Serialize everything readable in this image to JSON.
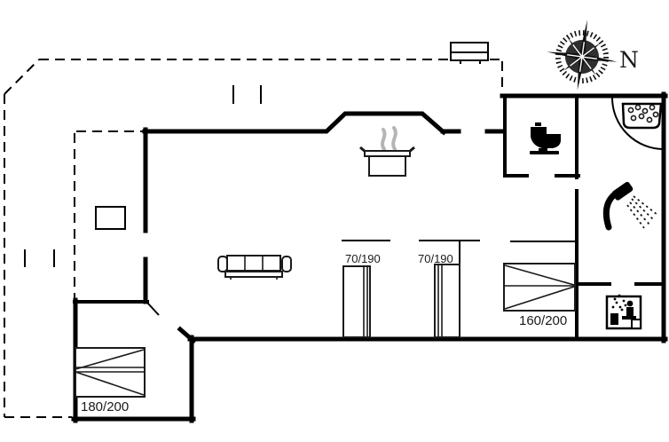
{
  "plan": {
    "type": "floor-plan",
    "background": "#ffffff",
    "colors": {
      "line": "#000000",
      "steam": "#b5b5b5"
    }
  },
  "labels": {
    "bed_double_left": "180/200",
    "bed_single_left": "70/190",
    "bed_single_right": "70/190",
    "bed_double_right": "160/200",
    "compass_north": "N"
  },
  "icons": {
    "compass-rose-icon": "8-point compass rose with tick ring",
    "toilet-icon": "black toilet silhouette",
    "shower-icon": "shower head with spray",
    "sauna-icon": "person sitting in sauna with steam",
    "whirlpool-icon": "tub with bubbles",
    "stove-pot-icon": "cooking pot with rising steam",
    "sofa-icon": "three-seat sofa",
    "grill-icon": "bench/grill box on terrace edge",
    "planter-icon": "small box on covered terrace"
  }
}
